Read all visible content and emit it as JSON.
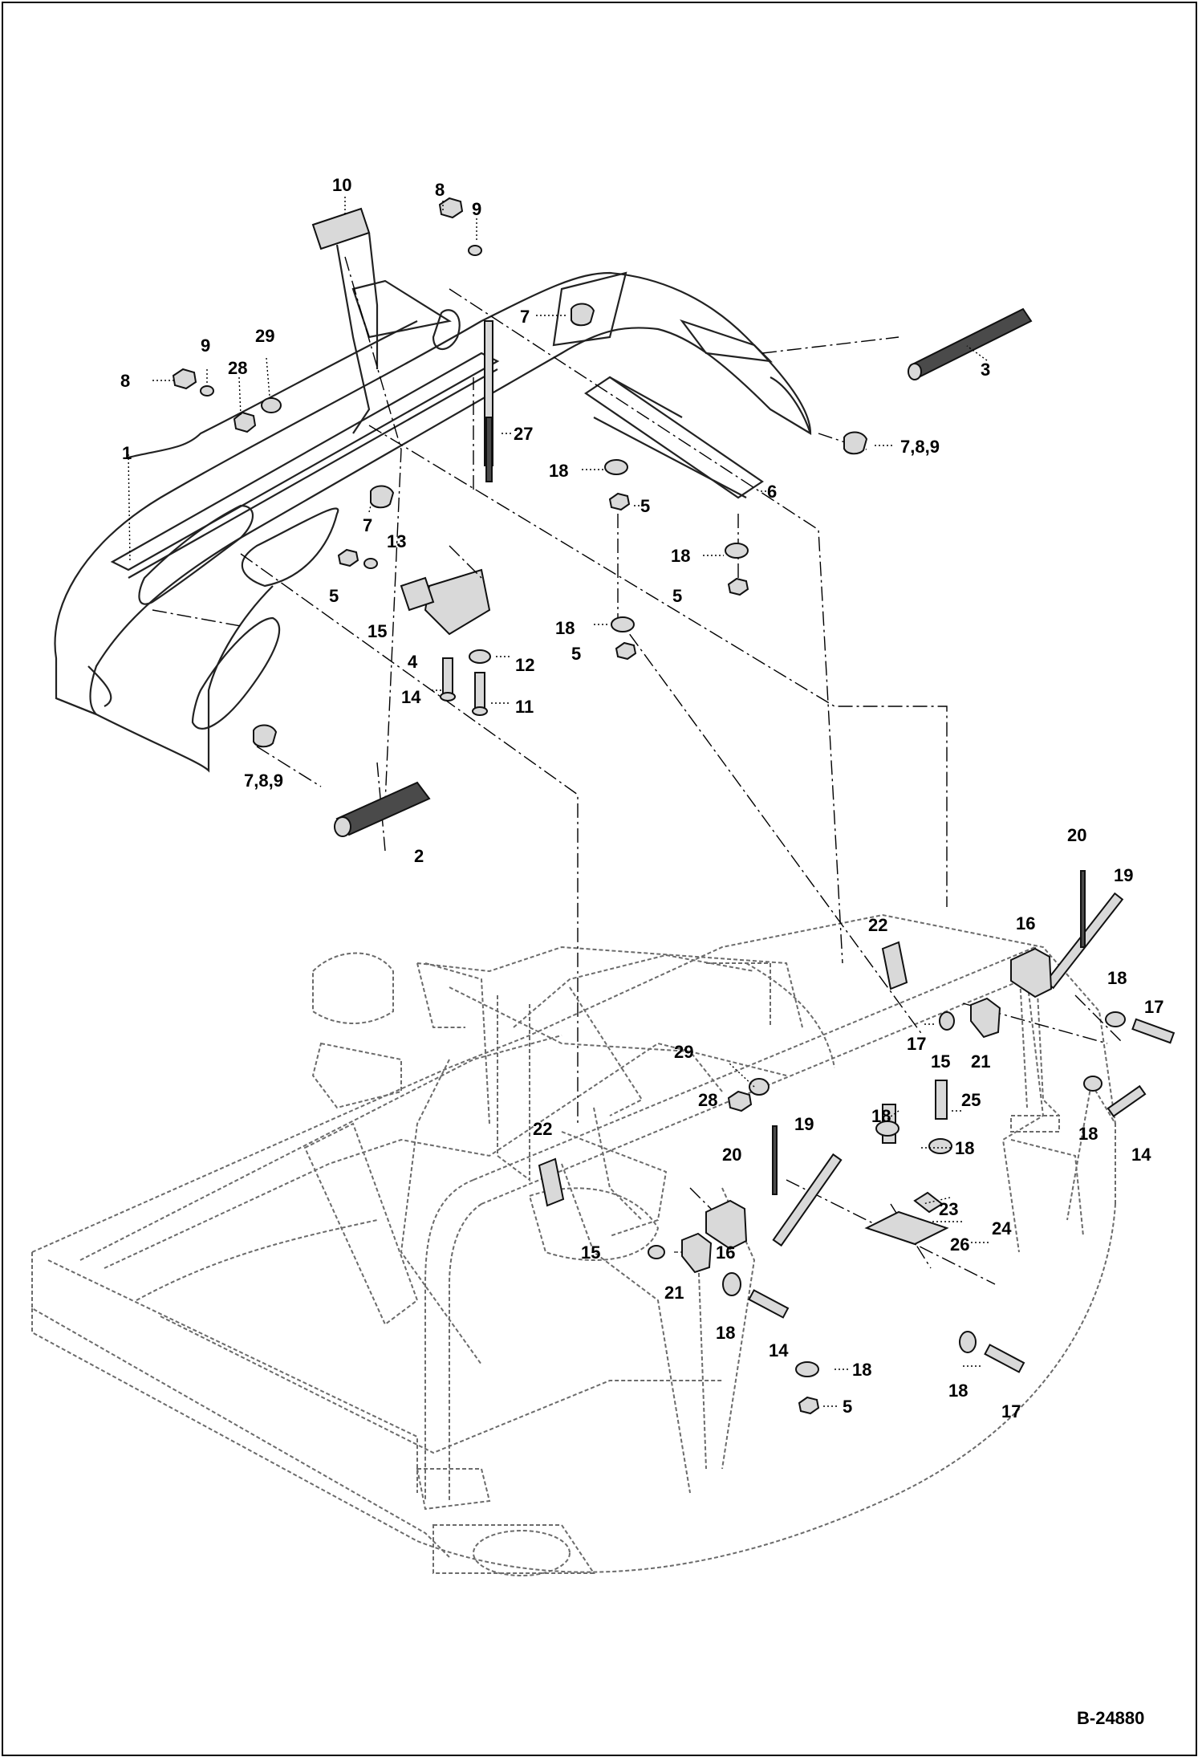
{
  "figure_id": "B-24880",
  "callouts": [
    {
      "id": "c10",
      "text": "10"
    },
    {
      "id": "c8a",
      "text": "8"
    },
    {
      "id": "c9a",
      "text": "9"
    },
    {
      "id": "c9b",
      "text": "9"
    },
    {
      "id": "c29a",
      "text": "29"
    },
    {
      "id": "c8b",
      "text": "8"
    },
    {
      "id": "c28a",
      "text": "28"
    },
    {
      "id": "c1",
      "text": "1"
    },
    {
      "id": "c7a",
      "text": "7"
    },
    {
      "id": "c3",
      "text": "3"
    },
    {
      "id": "c789a",
      "text": "7,8,9"
    },
    {
      "id": "c27",
      "text": "27"
    },
    {
      "id": "c18a",
      "text": "18"
    },
    {
      "id": "c6",
      "text": "6"
    },
    {
      "id": "c5a",
      "text": "5"
    },
    {
      "id": "c7b",
      "text": "7"
    },
    {
      "id": "c13",
      "text": "13"
    },
    {
      "id": "c18b",
      "text": "18"
    },
    {
      "id": "c5b",
      "text": "5"
    },
    {
      "id": "c5c",
      "text": "5"
    },
    {
      "id": "c15a",
      "text": "15"
    },
    {
      "id": "c18c",
      "text": "18"
    },
    {
      "id": "c5d",
      "text": "5"
    },
    {
      "id": "c4",
      "text": "4"
    },
    {
      "id": "c12",
      "text": "12"
    },
    {
      "id": "c14a",
      "text": "14"
    },
    {
      "id": "c11",
      "text": "11"
    },
    {
      "id": "c789b",
      "text": "7,8,9"
    },
    {
      "id": "c2",
      "text": "2"
    },
    {
      "id": "c20a",
      "text": "20"
    },
    {
      "id": "c19a",
      "text": "19"
    },
    {
      "id": "c22a",
      "text": "22"
    },
    {
      "id": "c16a",
      "text": "16"
    },
    {
      "id": "c18d",
      "text": "18"
    },
    {
      "id": "c17a",
      "text": "17"
    },
    {
      "id": "c29b",
      "text": "29"
    },
    {
      "id": "c15b",
      "text": "15"
    },
    {
      "id": "c21a",
      "text": "21"
    },
    {
      "id": "c17b",
      "text": "17"
    },
    {
      "id": "c28b",
      "text": "28"
    },
    {
      "id": "c18e",
      "text": "18"
    },
    {
      "id": "c25",
      "text": "25"
    },
    {
      "id": "c18f",
      "text": "18"
    },
    {
      "id": "c14b",
      "text": "14"
    },
    {
      "id": "c22b",
      "text": "22"
    },
    {
      "id": "c20b",
      "text": "20"
    },
    {
      "id": "c19b",
      "text": "19"
    },
    {
      "id": "c18g",
      "text": "18"
    },
    {
      "id": "c23",
      "text": "23"
    },
    {
      "id": "c24",
      "text": "24"
    },
    {
      "id": "c15c",
      "text": "15"
    },
    {
      "id": "c16b",
      "text": "16"
    },
    {
      "id": "c26",
      "text": "26"
    },
    {
      "id": "c21b",
      "text": "21"
    },
    {
      "id": "c18h",
      "text": "18"
    },
    {
      "id": "c14c",
      "text": "14"
    },
    {
      "id": "c18i",
      "text": "18"
    },
    {
      "id": "c5e",
      "text": "5"
    },
    {
      "id": "c18j",
      "text": "18"
    },
    {
      "id": "c17c",
      "text": "17"
    }
  ]
}
